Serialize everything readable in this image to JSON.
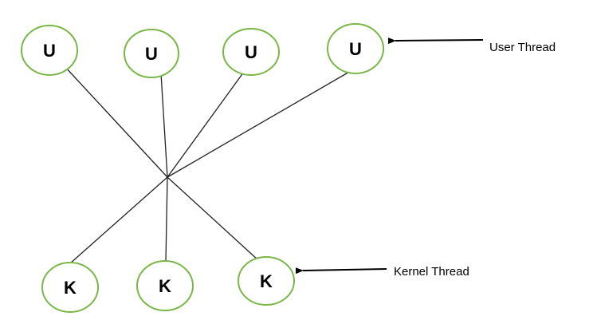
{
  "colors": {
    "node_stroke": "#7ab648",
    "node_fill": "#ffffff",
    "line": "#222222",
    "text": "#000000"
  },
  "user_threads": [
    {
      "label": "U"
    },
    {
      "label": "U"
    },
    {
      "label": "U"
    },
    {
      "label": "U"
    }
  ],
  "kernel_threads": [
    {
      "label": "K"
    },
    {
      "label": "K"
    },
    {
      "label": "K"
    }
  ],
  "labels": {
    "user_thread": "User Thread",
    "kernel_thread": "Kernel Thread"
  }
}
